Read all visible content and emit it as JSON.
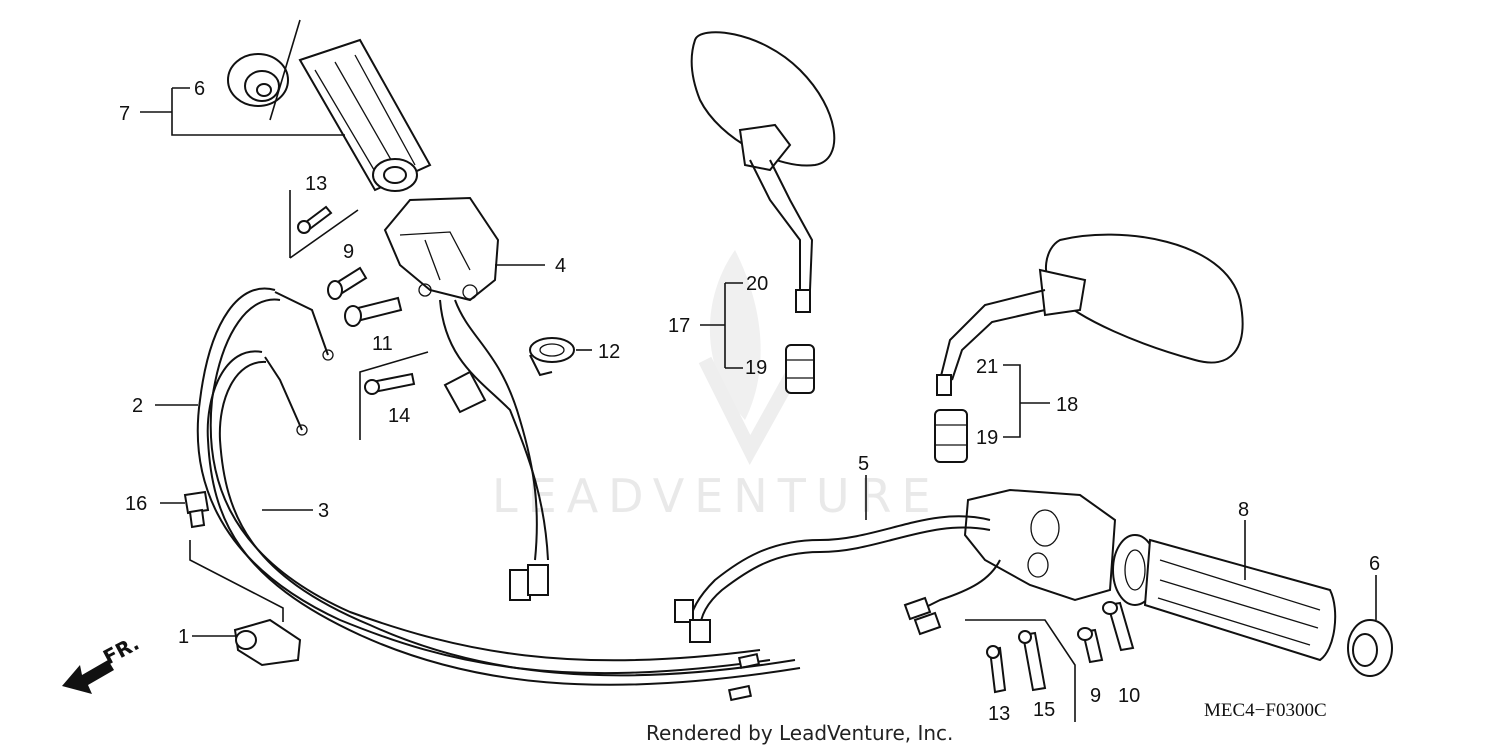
{
  "diagram": {
    "callouts": {
      "c1": "1",
      "c2": "2",
      "c3": "3",
      "c4": "4",
      "c5": "5",
      "c6a": "6",
      "c6b": "6",
      "c7": "7",
      "c8": "8",
      "c9a": "9",
      "c9b": "9",
      "c10": "10",
      "c11": "11",
      "c12": "12",
      "c13a": "13",
      "c13b": "13",
      "c14": "14",
      "c15": "15",
      "c16": "16",
      "c17": "17",
      "c18": "18",
      "c19a": "19",
      "c19b": "19",
      "c20": "20",
      "c21": "21"
    },
    "direction_label": "FR.",
    "diagram_code": "MEC4−F0300C",
    "footer": "Rendered by LeadVenture, Inc.",
    "watermark": "LEADVENTURE"
  }
}
